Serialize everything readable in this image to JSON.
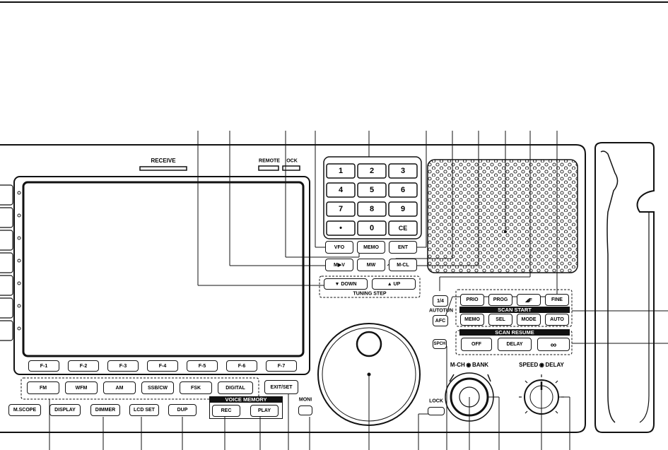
{
  "panel": {
    "receive_label": "RECEIVE",
    "remote_label": "REMOTE",
    "lock_indicator_label": "OCK"
  },
  "keypad": {
    "keys": [
      "1",
      "2",
      "3",
      "4",
      "5",
      "6",
      "7",
      "8",
      "9",
      "•",
      "0",
      "CE"
    ]
  },
  "memory_buttons": {
    "vfo": "VFO",
    "memo": "MEMO",
    "ent": "ENT",
    "mv": "M▶V",
    "mw": "MW",
    "mcl": "M-CL"
  },
  "tuning_step": {
    "title": "TUNING STEP",
    "down": "▼ DOWN",
    "up": "▲ UP"
  },
  "left_column": {
    "quarter": "1/4",
    "autotun": "AUTOTUN",
    "afc": "AFC",
    "spch": "SPCH",
    "lock": "LOCK"
  },
  "scan": {
    "row1": [
      "PRIO",
      "PROG",
      "◢F",
      "FINE"
    ],
    "start_title": "SCAN START",
    "row2": [
      "MEMO",
      "SEL",
      "MODE",
      "AUTO"
    ],
    "resume_title": "SCAN RESUME",
    "row3": [
      "OFF",
      "DELAY",
      "∞"
    ]
  },
  "function_keys": [
    "F-1",
    "F-2",
    "F-3",
    "F-4",
    "F-5",
    "F-6",
    "F-7"
  ],
  "mode_keys": [
    "FM",
    "WFM",
    "AM",
    "SSB/CW",
    "FSK",
    "DIGITAL"
  ],
  "exit_set": "EXIT/SET",
  "bottom_row": {
    "mscope": "M.SCOPE",
    "display": "DISPLAY",
    "dimmer": "DIMMER",
    "lcdset": "LCD SET",
    "dup": "DUP"
  },
  "voice_memory": {
    "title": "VOICE MEMORY",
    "rec": "REC",
    "play": "PLAY"
  },
  "moni": "MONI",
  "knobs": {
    "mch_bank": "M-CH ◉ BANK",
    "speed_delay": "SPEED ◉ DELAY"
  }
}
